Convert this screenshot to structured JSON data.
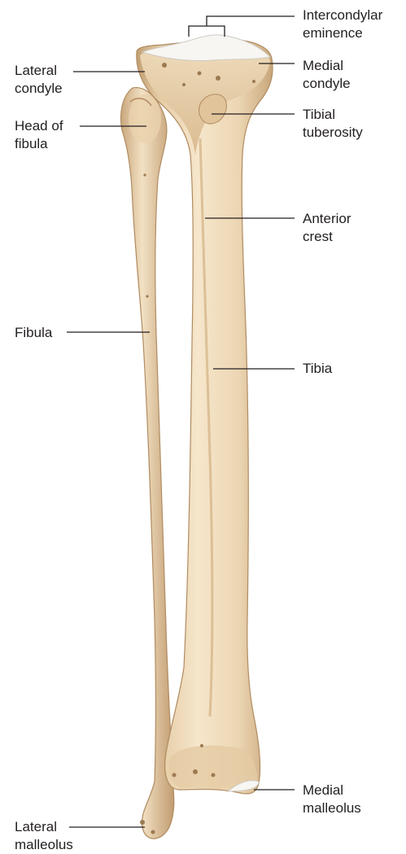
{
  "labels": {
    "intercondylar_eminence": "Intercondylar\neminence",
    "lateral_condyle": "Lateral\ncondyle",
    "medial_condyle": "Medial\ncondyle",
    "head_of_fibula": "Head of\nfibula",
    "tibial_tuberosity": "Tibial\ntuberosity",
    "anterior_crest": "Anterior\ncrest",
    "fibula": "Fibula",
    "tibia": "Tibia",
    "medial_malleolus": "Medial\nmalleolus",
    "lateral_malleolus": "Lateral\nmalleolus"
  },
  "colors": {
    "bone_light": "#f3e2c6",
    "bone_mid": "#e3c9a2",
    "bone_shadow": "#c9a77c",
    "bone_dark": "#a98459",
    "cartilage": "#f7f6f3",
    "leader_line": "#231f20"
  }
}
